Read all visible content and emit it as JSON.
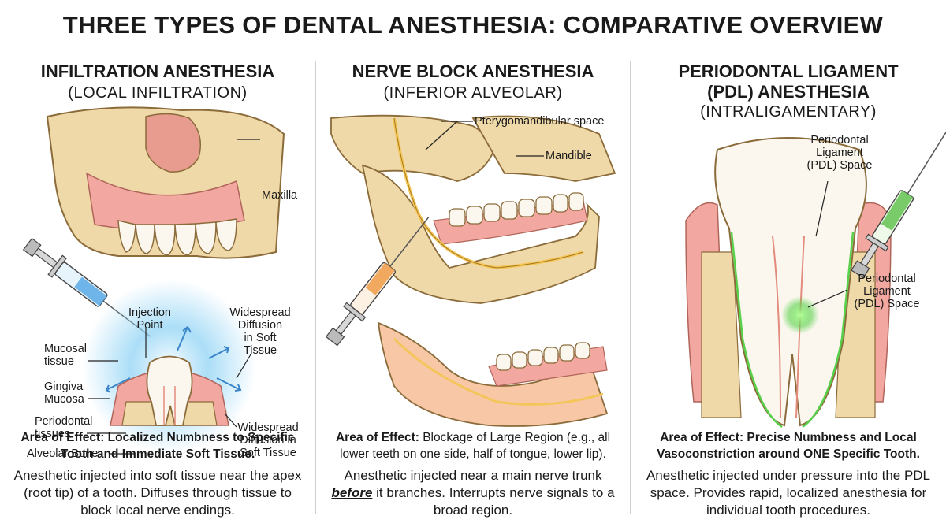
{
  "title": "THREE TYPES OF DENTAL ANESTHESIA: COMPARATIVE OVERVIEW",
  "colors": {
    "gum_pink": "#f2a7a0",
    "bone_beige": "#efd9a8",
    "tooth_white": "#fbf7ee",
    "glow_blue": "#8fd3f5",
    "nerve_yellow": "#f4c65a",
    "pdl_green": "#58d14a",
    "syringe_blue": "#5aa9e6",
    "syringe_orange": "#f0a050",
    "syringe_green": "#6cc45a"
  },
  "panels": {
    "infiltration": {
      "heading": "INFILTRATION ANESTHESIA",
      "subheading": "(LOCAL INFILTRATION)",
      "labels": {
        "maxilla": "Maxilla",
        "injection_point": "Injection\nPoint",
        "widespread_top": "Widespread\nDiffusion\nin Soft\nTissue",
        "mucosal_tissue": "Mucosal\ntissue",
        "gingiva_mucosa": "Gingiva\nMucosa",
        "periodontal_tissues": "Periodontal\ntissues",
        "alveolar_bone": "Alveolar Bone",
        "widespread_bottom": "Widespread\nDiffusion in\nSoft Tissue"
      },
      "effect_bold": "Area of Effect: Localized Numbness to Specific Tooth and Immediate Soft Tissue.",
      "description": "Anesthetic injected into soft tissue near the apex (root tip) of a tooth. Diffuses through tissue to block local nerve endings."
    },
    "nerve_block": {
      "heading": "NERVE BLOCK ANESTHESIA",
      "subheading": "(INFERIOR ALVEOLAR)",
      "labels": {
        "pterygomandibular": "Pterygomandibular space",
        "mandible": "Mandible"
      },
      "effect_bold": "Area of Effect:",
      "effect_rest": " Blockage of Large Region (e.g., all lower teeth on one side, half of tongue, lower lip).",
      "description_pre": "Anesthetic injected near a main nerve trunk ",
      "description_em": "before",
      "description_post": " it branches. Interrupts nerve signals to a broad region."
    },
    "pdl": {
      "heading": "PERIODONTAL LIGAMENT\n(PDL) ANESTHESIA",
      "subheading": "(INTRALIGAMENTARY)",
      "labels": {
        "pdl_space_top": "Periodontal\nLigament\n(PDL) Space",
        "pdl_space_mid": "Periodontal\nLigament\n(PDL) Space"
      },
      "effect_bold": "Area of Effect: Precise Numbness and Local Vasoconstriction around ONE Specific Tooth.",
      "description": "Anesthetic injected under pressure into the PDL space. Provides rapid, localized anesthesia for individual tooth procedures."
    }
  }
}
